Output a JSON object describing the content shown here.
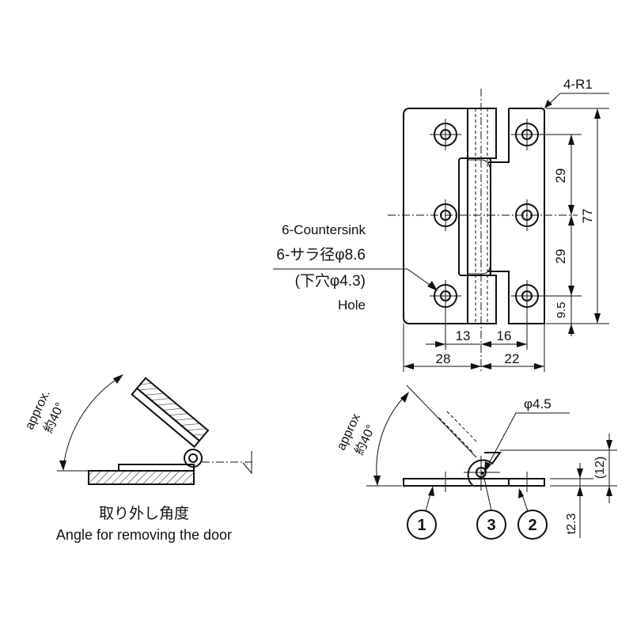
{
  "top_view": {
    "corner_radius_label": "4-R1",
    "countersink_label_en": "6-Countersink",
    "countersink_label_jp": "6-サラ径φ8.6",
    "hole_label_jp": "(下穴φ4.3)",
    "hole_label_en": "Hole",
    "dim_height": "77",
    "dim_pitch_upper": "29",
    "dim_pitch_lower": "29",
    "dim_edge": "9.5",
    "dim_left_hole": "13",
    "dim_right_hole": "16",
    "dim_left_width": "28",
    "dim_right_width": "22"
  },
  "side_view": {
    "angle_en": "approx",
    "angle_jp": "約40°",
    "pin_diameter": "φ4.5",
    "dim_height": "(12)",
    "dim_thickness": "t2.3",
    "balloons": [
      "1",
      "3",
      "2"
    ]
  },
  "removal_view": {
    "angle_en": "approx.",
    "angle_jp": "約40°",
    "caption_jp": "取り外し角度",
    "caption_en": "Angle for removing the door"
  }
}
